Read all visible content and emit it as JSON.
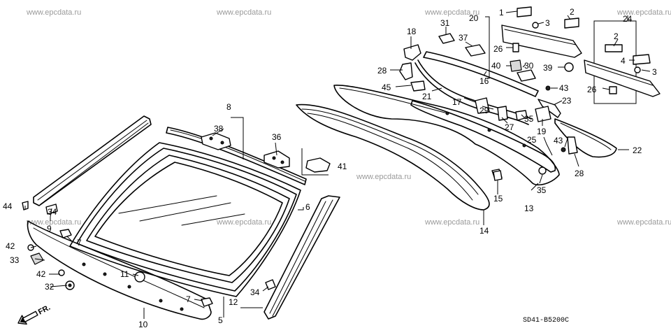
{
  "watermark": "www.epcdata.ru",
  "diagram_code": "SD41-B5200C",
  "direction_label": "FR.",
  "callouts": {
    "c1": "1",
    "c2a": "2",
    "c2b": "2",
    "c3a": "3",
    "c3b": "3",
    "c4": "4",
    "c5": "5",
    "c6": "6",
    "c7a": "7",
    "c7b": "7",
    "c8": "8",
    "c9": "9",
    "c10": "10",
    "c11": "11",
    "c12": "12",
    "c13": "13",
    "c14": "14",
    "c15": "15",
    "c16": "16",
    "c17": "17",
    "c18": "18",
    "c19": "19",
    "c20": "20",
    "c21": "21",
    "c22": "22",
    "c23": "23",
    "c24": "24",
    "c25": "25",
    "c26a": "26",
    "c26b": "26",
    "c27": "27",
    "c28a": "28",
    "c28b": "28",
    "c29": "29",
    "c30": "30",
    "c31": "31",
    "c32": "32",
    "c33": "33",
    "c34a": "34",
    "c34b": "34",
    "c35a": "35",
    "c35b": "35",
    "c36": "36",
    "c37": "37",
    "c38": "38",
    "c39": "39",
    "c40": "40",
    "c41": "41",
    "c42a": "42",
    "c42b": "42",
    "c43a": "43",
    "c43b": "43",
    "c44": "44",
    "c45": "45"
  }
}
